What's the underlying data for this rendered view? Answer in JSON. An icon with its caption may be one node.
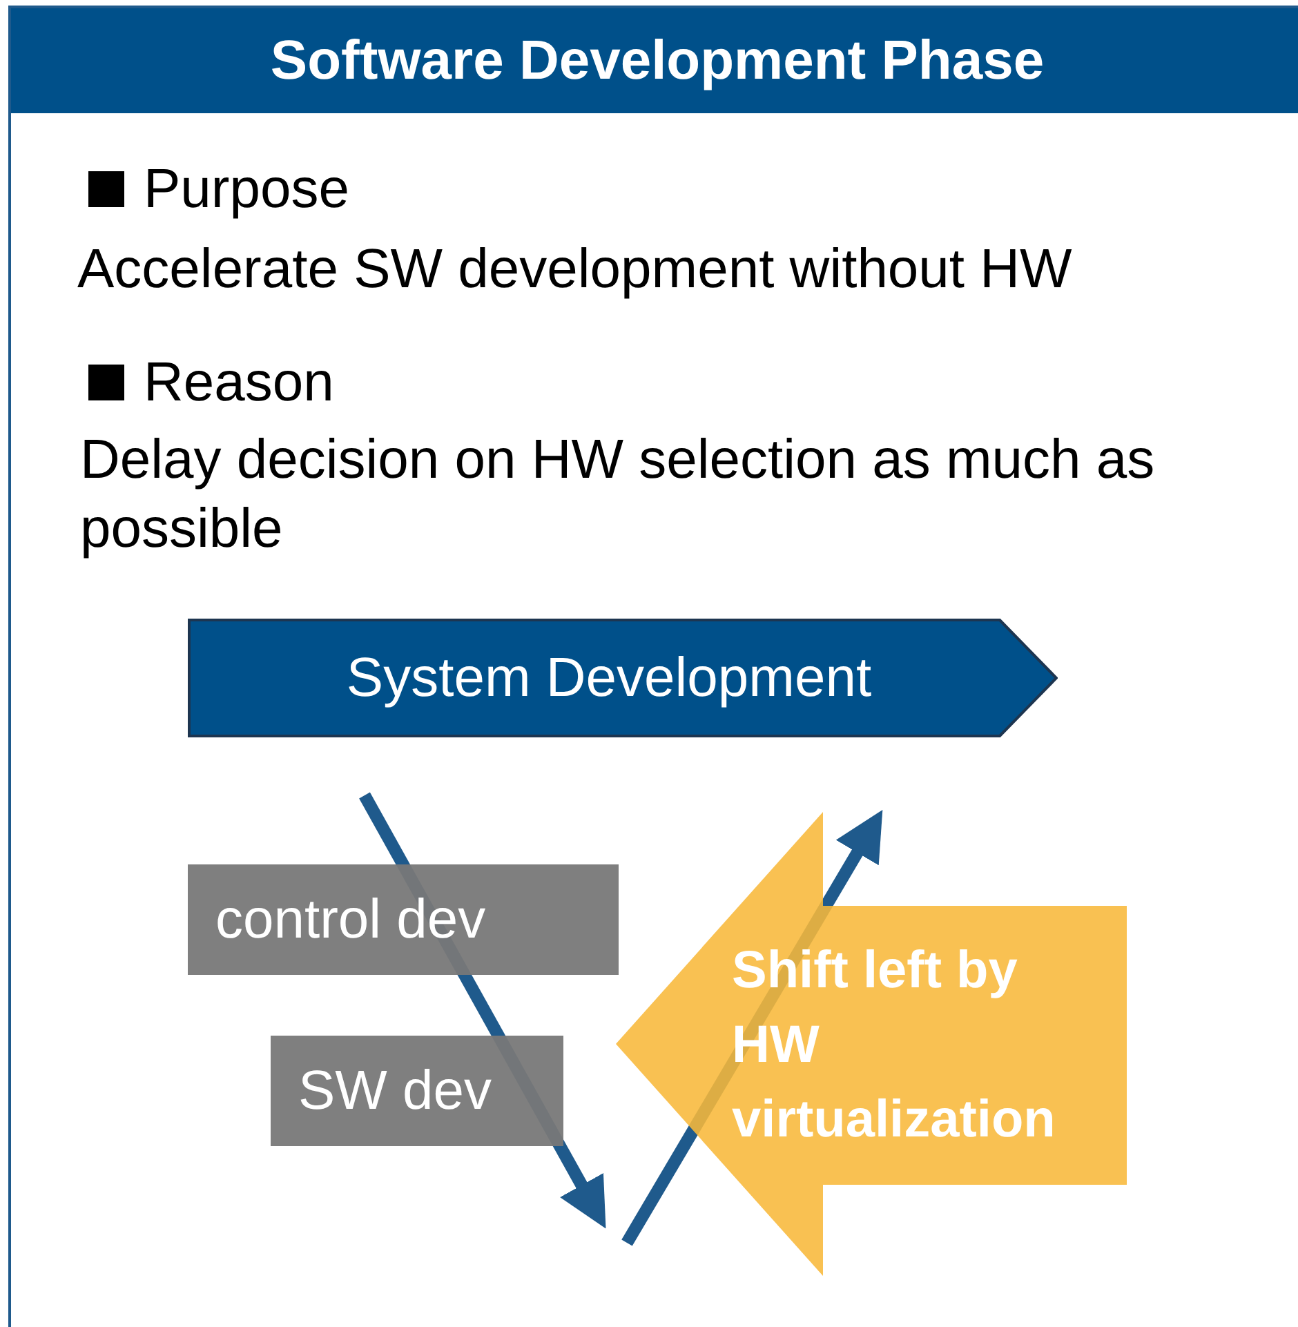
{
  "diagram": {
    "nodes": [
      {
        "text": [
          "Software Development Phase"
        ]
      },
      {
        "text": [
          "System Development"
        ],
        "in": 0
      },
      {
        "text": [
          "control dev"
        ],
        "in": 0
      },
      {
        "text": [
          "SW dev"
        ],
        "in": 0
      },
      {
        "text": [
          "Shift left by HW virtualization"
        ],
        "in": 0
      }
    ],
    "labels": [
      "Purpose",
      "Accelerate SW development without HW",
      "Reason",
      "Delay decision on HW selection as much as possible"
    ]
  }
}
